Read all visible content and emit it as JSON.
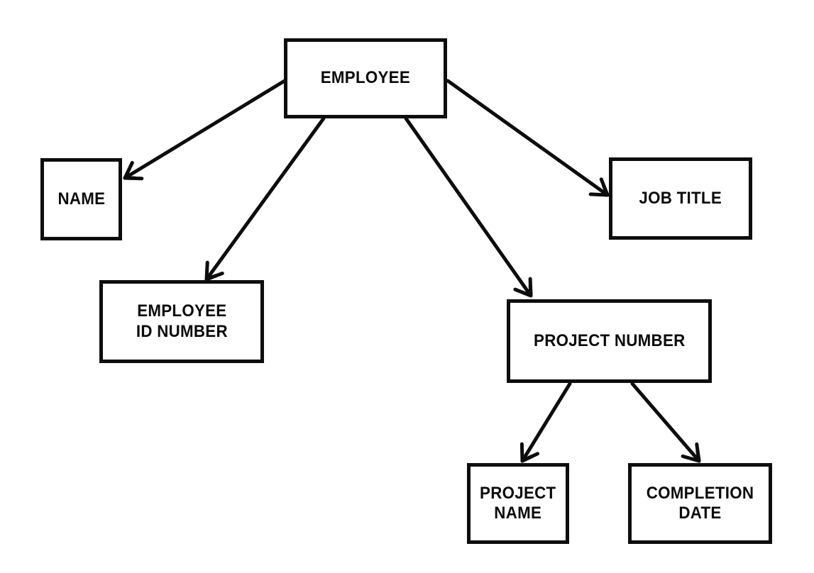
{
  "diagram": {
    "type": "hierarchy-tree",
    "colors": {
      "ink": "#0d0d0d",
      "background": "#ffffff"
    },
    "nodes": [
      {
        "id": "employee",
        "label": "EMPLOYEE"
      },
      {
        "id": "name",
        "label": "NAME"
      },
      {
        "id": "employee-id",
        "label": "EMPLOYEE\nID NUMBER"
      },
      {
        "id": "job-title",
        "label": "JOB TITLE"
      },
      {
        "id": "project-number",
        "label": "PROJECT NUMBER"
      },
      {
        "id": "project-name",
        "label": "PROJECT\nNAME"
      },
      {
        "id": "completion-date",
        "label": "COMPLETION\nDATE"
      }
    ],
    "edges": [
      {
        "from": "employee",
        "to": "name"
      },
      {
        "from": "employee",
        "to": "employee-id"
      },
      {
        "from": "employee",
        "to": "job-title"
      },
      {
        "from": "employee",
        "to": "project-number"
      },
      {
        "from": "project-number",
        "to": "project-name"
      },
      {
        "from": "project-number",
        "to": "completion-date"
      }
    ]
  }
}
